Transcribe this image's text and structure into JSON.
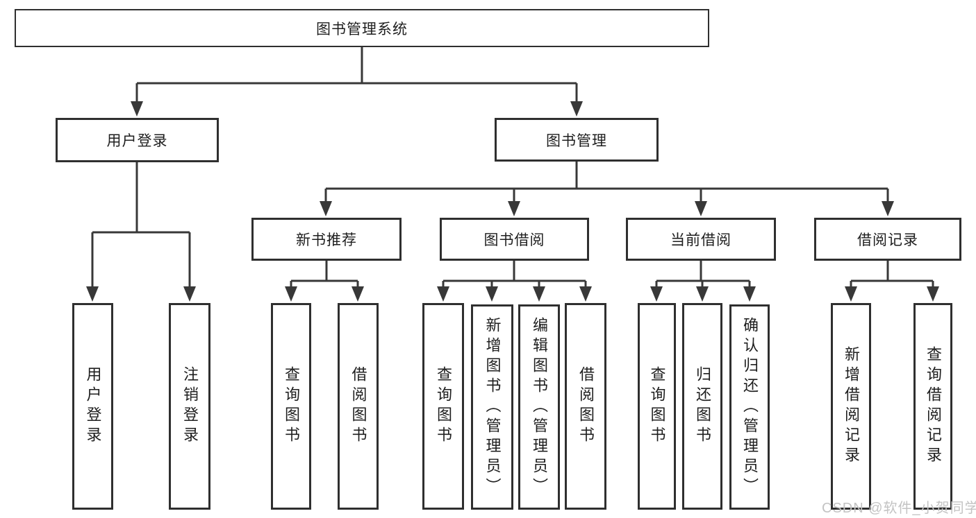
{
  "diagram": {
    "root": {
      "label": "图书管理系统",
      "children": [
        {
          "label": "用户登录",
          "children": [
            {
              "label": "用户登录"
            },
            {
              "label": "注销登录"
            }
          ]
        },
        {
          "label": "图书管理",
          "children": [
            {
              "label": "新书推荐",
              "children": [
                {
                  "label": "查询图书"
                },
                {
                  "label": "借阅图书"
                }
              ]
            },
            {
              "label": "图书借阅",
              "children": [
                {
                  "label": "查询图书"
                },
                {
                  "label": "新增图书（管理员）"
                },
                {
                  "label": "编辑图书（管理员）"
                },
                {
                  "label": "借阅图书"
                }
              ]
            },
            {
              "label": "当前借阅",
              "children": [
                {
                  "label": "查询图书"
                },
                {
                  "label": "归还图书"
                },
                {
                  "label": "确认归还（管理员）"
                }
              ]
            },
            {
              "label": "借阅记录",
              "children": [
                {
                  "label": "新增借阅记录"
                },
                {
                  "label": "查询借阅记录"
                }
              ]
            }
          ]
        }
      ]
    }
  },
  "watermark": {
    "text": "CSDN @软件_小贺同学"
  },
  "colors": {
    "line": "#383838",
    "box_border": "#2f2f2f",
    "text": "#1e1e1e",
    "background": "#ffffff",
    "watermark": "#c3c3c3"
  }
}
